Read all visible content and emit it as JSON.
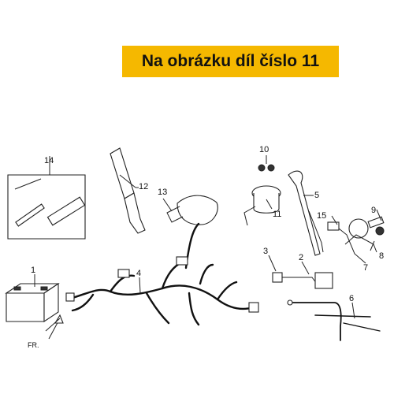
{
  "banner": {
    "text": "Na obrázku díl číslo 11"
  },
  "callouts": {
    "c1": "1",
    "c2": "2",
    "c3": "3",
    "c4": "4",
    "c5": "5",
    "c6": "6",
    "c7": "7",
    "c8": "8",
    "c9": "9",
    "c10": "10",
    "c11": "11",
    "c12": "12",
    "c13": "13",
    "c14": "14",
    "c15": "15"
  },
  "direction": {
    "label": "FR."
  },
  "colors": {
    "banner": "#f5b800",
    "line": "#222222"
  }
}
